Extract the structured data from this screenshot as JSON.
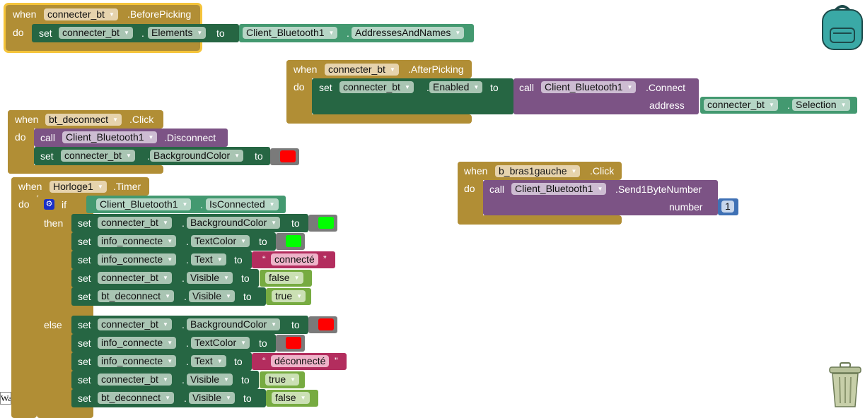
{
  "kw": {
    "when": "when",
    "do": "do",
    "set": "set",
    "to": "to",
    "call": "call",
    "dot": ".",
    "if": "if",
    "then": "then",
    "else": "else",
    "address": "address",
    "number": "number",
    "q": "“",
    "q2": "”"
  },
  "colors": {
    "event": "#b18e35",
    "setter": "#266643",
    "getter": "#439970",
    "call": "#7c5385",
    "boolean": "#77ab41",
    "text": "#b32d5e",
    "math": "#3f71b5",
    "red": "#ff0000",
    "green": "#00ff00"
  },
  "before_picking": {
    "component": "connecter_bt",
    "event": ".BeforePicking",
    "prop": "Elements",
    "get_component": "Client_Bluetooth1",
    "get_prop": "AddressesAndNames"
  },
  "after_picking": {
    "component": "connecter_bt",
    "event": ".AfterPicking",
    "prop": "Enabled",
    "call_component": "Client_Bluetooth1",
    "method": ".Connect",
    "arg_component": "connecter_bt",
    "arg_prop": "Selection"
  },
  "deconnect_click": {
    "component": "bt_deconnect",
    "event": ".Click",
    "call_component": "Client_Bluetooth1",
    "method": ".Disconnect",
    "set_component": "connecter_bt",
    "set_prop": "BackgroundColor"
  },
  "bras_click": {
    "component": "b_bras1gauche",
    "event": ".Click",
    "call_component": "Client_Bluetooth1",
    "method": ".Send1ByteNumber",
    "value": "1"
  },
  "timer": {
    "component": "Horloge1",
    "event": ".Timer",
    "cond_component": "Client_Bluetooth1",
    "cond_prop": "IsConnected",
    "then": [
      {
        "component": "connecter_bt",
        "prop": "BackgroundColor",
        "value_type": "color",
        "color": "#00ff00"
      },
      {
        "component": "info_connecte",
        "prop": "TextColor",
        "value_type": "color",
        "color": "#00ff00"
      },
      {
        "component": "info_connecte",
        "prop": "Text",
        "value_type": "text",
        "value": "connecté"
      },
      {
        "component": "connecter_bt",
        "prop": "Visible",
        "value_type": "boolean",
        "value": "false"
      },
      {
        "component": "bt_deconnect",
        "prop": "Visible",
        "value_type": "boolean",
        "value": "true"
      }
    ],
    "else": [
      {
        "component": "connecter_bt",
        "prop": "BackgroundColor",
        "value_type": "color",
        "color": "#ff0000"
      },
      {
        "component": "info_connecte",
        "prop": "TextColor",
        "value_type": "color",
        "color": "#ff0000"
      },
      {
        "component": "info_connecte",
        "prop": "Text",
        "value_type": "text",
        "value": "déconnecté"
      },
      {
        "component": "connecter_bt",
        "prop": "Visible",
        "value_type": "boolean",
        "value": "true"
      },
      {
        "component": "bt_deconnect",
        "prop": "Visible",
        "value_type": "boolean",
        "value": "false"
      }
    ]
  },
  "warning_box": "Wa",
  "icons": [
    "backpack-icon",
    "trash-icon",
    "mutator-gear-icon"
  ]
}
